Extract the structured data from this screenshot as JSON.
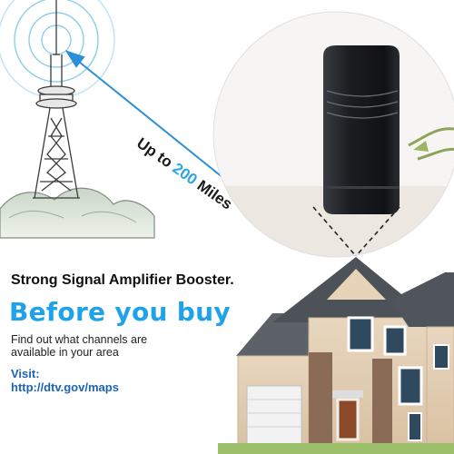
{
  "distance_label": {
    "prefix": "Up to ",
    "number": "200",
    "suffix": " Miles"
  },
  "headline": "Strong Signal Amplifier Booster.",
  "before_you_buy": "Before you buy",
  "find_out_line1": "Find out what channels are",
  "find_out_line2": "available in your area",
  "visit_label": "Visit:",
  "visit_url": "http://dtv.gov/maps",
  "colors": {
    "accent_blue": "#1ea3ea",
    "link_blue": "#1c63b8",
    "arrow_blue": "#2a8fd6",
    "amplifier_black": "#1d1d20"
  },
  "icons": [
    "broadcast-tower-icon",
    "signal-waves-icon",
    "double-arrow-icon",
    "amplifier-device",
    "house-illustration"
  ]
}
